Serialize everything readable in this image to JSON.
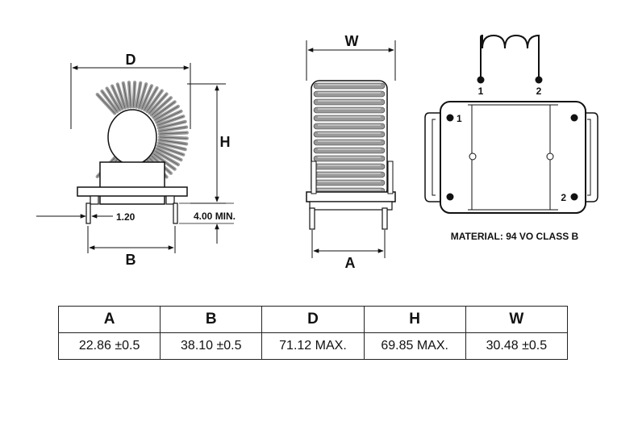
{
  "labels": {
    "D": "D",
    "H": "H",
    "B": "B",
    "W": "W",
    "A": "A",
    "lead_spacing": "1.20",
    "lead_length": "4.00 MIN.",
    "pin1": "1",
    "pin2": "2",
    "pad1": "1",
    "pad2": "2",
    "material": "MATERIAL: 94 VO CLASS B"
  },
  "table": {
    "headers": [
      "A",
      "B",
      "D",
      "H",
      "W"
    ],
    "values": [
      "22.86 ±0.5",
      "38.10 ±0.5",
      "71.12 MAX.",
      "69.85 MAX.",
      "30.48 ±0.5"
    ]
  },
  "colors": {
    "line": "#111111",
    "coil_gray": "#9a9a9a",
    "base_fill": "#ffffff"
  }
}
